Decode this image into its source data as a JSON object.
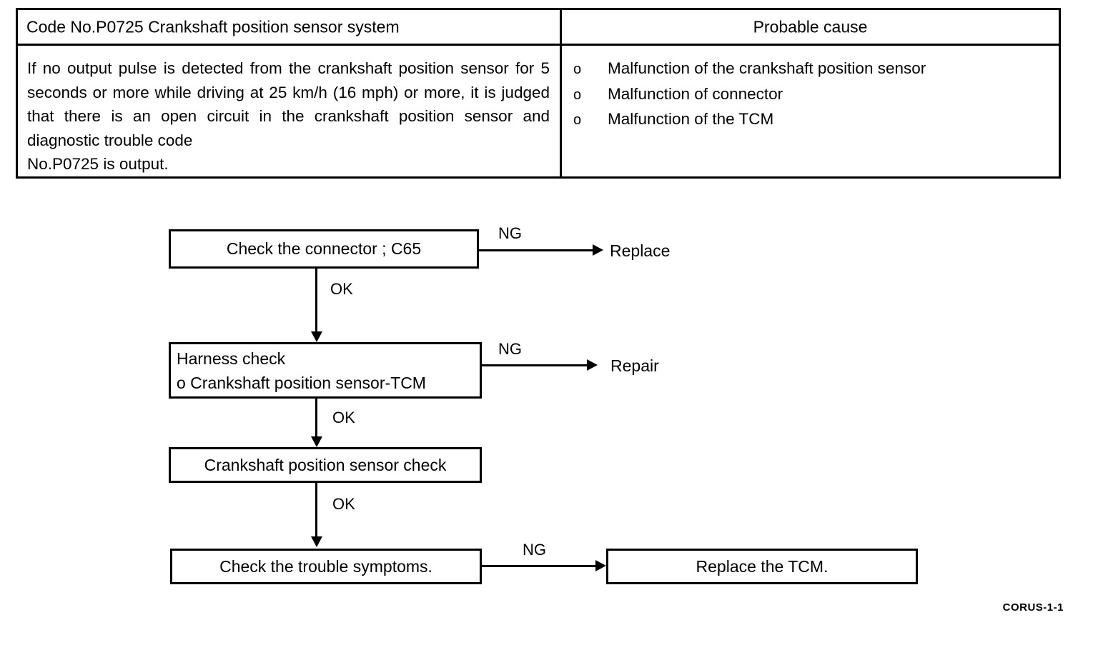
{
  "table": {
    "header": {
      "left": "Code No.P0725 Crankshaft position sensor system",
      "right": "Probable cause"
    },
    "description": "If no output pulse is detected from the crankshaft position sensor for 5 seconds or more while driving at 25 km/h (16 mph) or more, it is judged that there is an open circuit in the crankshaft position sensor and diagnostic trouble code",
    "description_lastline": "No.P0725 is output.",
    "probable_causes": [
      {
        "bullet": "o",
        "text": "Malfunction of the crankshaft position sensor"
      },
      {
        "bullet": "o",
        "text": "Malfunction of connector"
      },
      {
        "bullet": "o",
        "text": "Malfunction of the TCM"
      }
    ]
  },
  "flowchart": {
    "nodes": {
      "check_connector": "Check the connector ; C65",
      "harness_check_line1": "Harness check",
      "harness_check_line2": "o Crankshaft position sensor-TCM",
      "sensor_check": "Crankshaft position sensor check",
      "trouble_symptoms": "Check the trouble symptoms.",
      "replace_tcm": "Replace the TCM."
    },
    "outcomes": {
      "replace": "Replace",
      "repair": "Repair"
    },
    "edge_labels": {
      "ng_1": "NG",
      "ng_2": "NG",
      "ng_3": "NG",
      "ok_1": "OK",
      "ok_2": "OK",
      "ok_3": "OK"
    }
  },
  "footer": {
    "reference_code": "CORUS-1-1"
  }
}
